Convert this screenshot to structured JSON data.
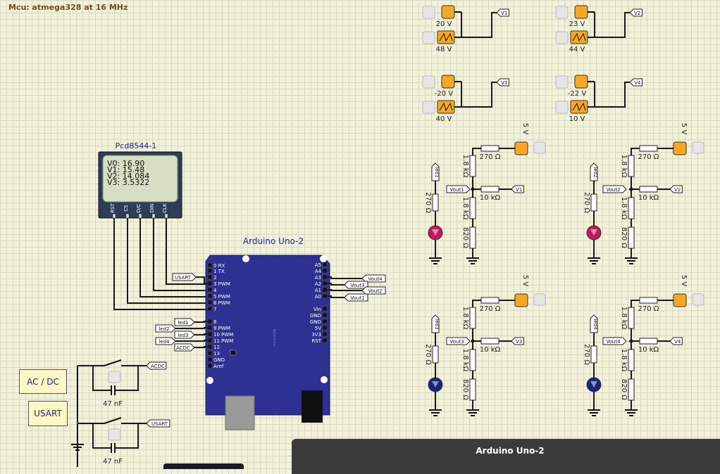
{
  "status": {
    "mcu": "Mcu: atmega328 at 16 MHz"
  },
  "lcd": {
    "name": "Pcd8544-1",
    "lines": [
      "V0: 16.90",
      "V1: 15.48",
      "V2: 14.084",
      "V3: 3.5322"
    ],
    "pins": [
      "RST",
      "CS",
      "D/C",
      "DIN",
      "CLK"
    ]
  },
  "arduino": {
    "name": "Arduino Uno-2",
    "left_pins": [
      "0 RX",
      "1 TX",
      "2",
      "3 PWM",
      "4",
      "5 PWM",
      "6 PWM",
      "7",
      "8",
      "9 PWM",
      "10 PWM",
      "11 PWM",
      "12",
      "13",
      "GND",
      "Aref"
    ],
    "right_pins": [
      "A5",
      "A4",
      "A3",
      "A2",
      "A1",
      "A0",
      "Vin",
      "GND",
      "GND",
      "5V",
      "3V3",
      "RST"
    ]
  },
  "arduino_nets": {
    "left": [
      "USART",
      "led1",
      "led2",
      "led3",
      "led4",
      "ACDC"
    ],
    "right": [
      "Vout4",
      "Vout3",
      "Vout2",
      "Vout1"
    ]
  },
  "sources": [
    {
      "net": "V1",
      "dc": "20 V",
      "ac": "48 V"
    },
    {
      "net": "V2",
      "dc": "23 V",
      "ac": "44 V"
    },
    {
      "net": "V3",
      "dc": "-20 V",
      "ac": "40 V"
    },
    {
      "net": "V4",
      "dc": "-22 V",
      "ac": "10 V"
    }
  ],
  "dividers": [
    {
      "supply": "5 V",
      "r_top": "270 Ω",
      "r_mid": "1.8 kΩ",
      "r_bot": "1.8 kΩ",
      "r_low": "820 Ω",
      "r_in": "10 kΩ",
      "vout": "Vout1",
      "vin": "V1",
      "led": "led1",
      "led_r": "270 Ω"
    },
    {
      "supply": "5 V",
      "r_top": "270 Ω",
      "r_mid": "1.8 kΩ",
      "r_bot": "1.8 kΩ",
      "r_low": "820 Ω",
      "r_in": "10 kΩ",
      "vout": "Vout2",
      "vin": "V2",
      "led": "led2",
      "led_r": "270 Ω"
    },
    {
      "supply": "5 V",
      "r_top": "270 Ω",
      "r_mid": "1.8 kΩ",
      "r_bot": "1.8 kΩ",
      "r_low": "820 Ω",
      "r_in": "10 kΩ",
      "vout": "Vout3",
      "vin": "V3",
      "led": "led3",
      "led_r": "270 Ω"
    },
    {
      "supply": "5 V",
      "r_top": "270 Ω",
      "r_mid": "1.8 kΩ",
      "r_bot": "1.8 kΩ",
      "r_low": "820 Ω",
      "r_in": "10 kΩ",
      "vout": "Vout4",
      "vin": "V4",
      "led": "led4",
      "led_r": "270 Ω"
    }
  ],
  "switches": {
    "acdc": {
      "label": "AC / DC",
      "net": "ACDC",
      "cap": "47 nF"
    },
    "usart": {
      "label": "USART",
      "net": "USART",
      "cap": "47 nF"
    }
  },
  "subwindow": {
    "title": "Arduino Uno-2"
  },
  "colors": {
    "wire": "#1a1a1a",
    "source": "#f7a823",
    "board": "#2e3192",
    "led_red": "#c2185b",
    "led_blue": "#1a237e"
  }
}
